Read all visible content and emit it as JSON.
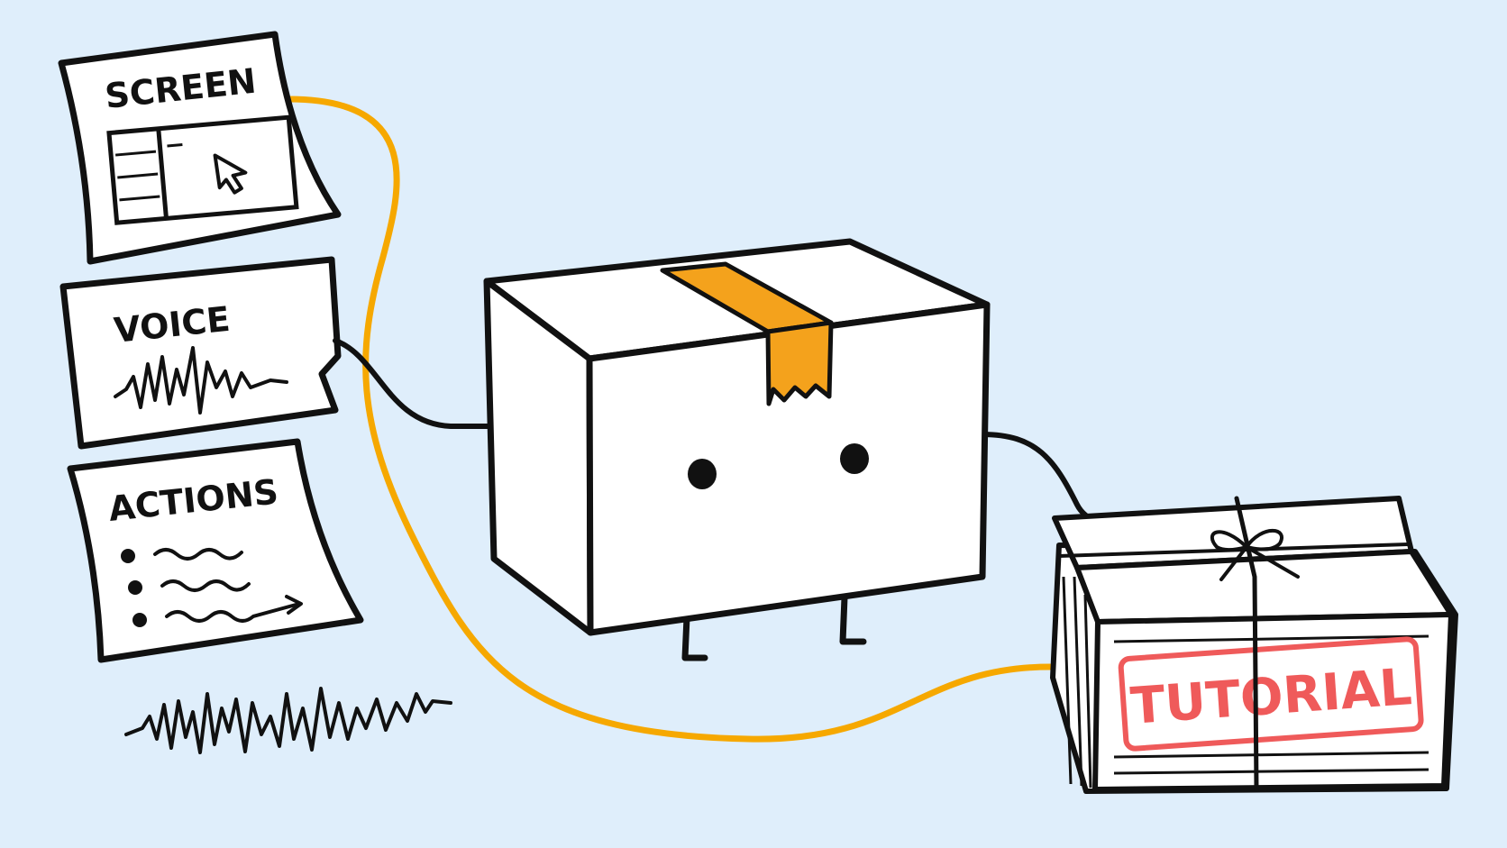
{
  "cards": {
    "screen": {
      "title": "SCREEN"
    },
    "voice": {
      "title": "VOICE"
    },
    "actions": {
      "title": "ACTIONS"
    }
  },
  "tutorial": {
    "stamp": "TUTORIAL"
  },
  "colors": {
    "background": "#dfeefb",
    "ink": "#111111",
    "accent_wire": "#f6a800",
    "tape": "#f4a21c",
    "stamp": "#ef5a5a",
    "paper": "#ffffff"
  },
  "icons": [
    "cursor-icon",
    "waveform-icon",
    "arrow-icon",
    "bow-icon"
  ]
}
